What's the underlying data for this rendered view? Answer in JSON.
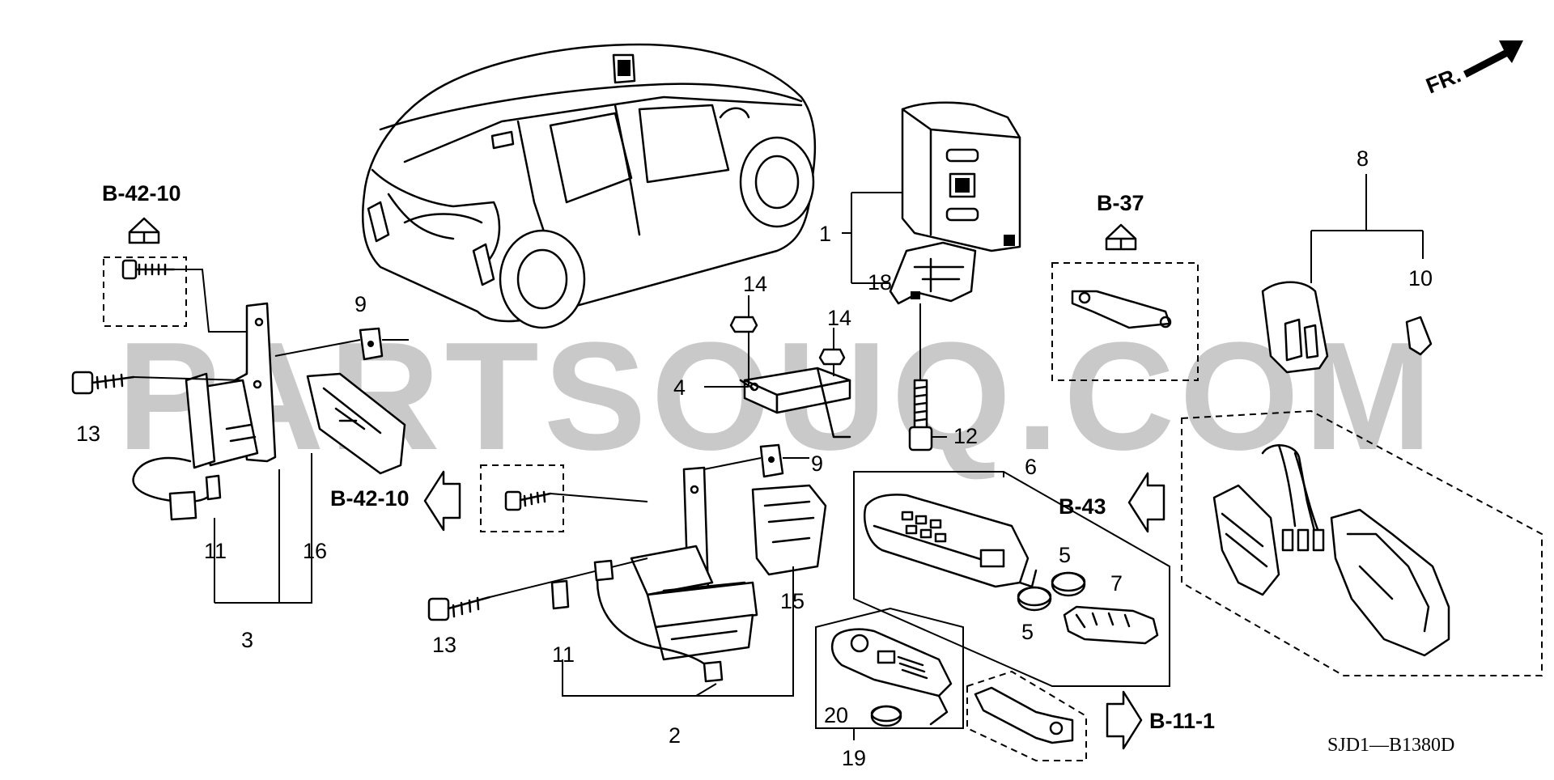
{
  "watermark": "PARTSOUQ.COM",
  "diagram_code": "SJD1—B1380D",
  "front_indicator": "FR.",
  "references": {
    "ref_b42_top": "B-42-10",
    "ref_b42_mid": "B-42-10",
    "ref_b37": "B-37",
    "ref_b43": "B-43",
    "ref_b11": "B-11-1"
  },
  "callouts": {
    "c1": "1",
    "c2": "2",
    "c3": "3",
    "c4": "4",
    "c5a": "5",
    "c5b": "5",
    "c6": "6",
    "c7": "7",
    "c8": "8",
    "c9a": "9",
    "c9b": "9",
    "c10": "10",
    "c11a": "11",
    "c11b": "11",
    "c12": "12",
    "c13a": "13",
    "c13b": "13",
    "c14a": "14",
    "c14b": "14",
    "c15": "15",
    "c16": "16",
    "c18": "18",
    "c19": "19",
    "c20": "20"
  },
  "icons": [
    "vehicle-outline",
    "control-unit",
    "antenna",
    "bracket",
    "bolt",
    "clip",
    "smart-key-fob",
    "keyless-remote",
    "emergency-key",
    "coin-battery",
    "relay",
    "wire-harness",
    "arrow-up",
    "arrow-left",
    "arrow-right",
    "front-arrow"
  ]
}
